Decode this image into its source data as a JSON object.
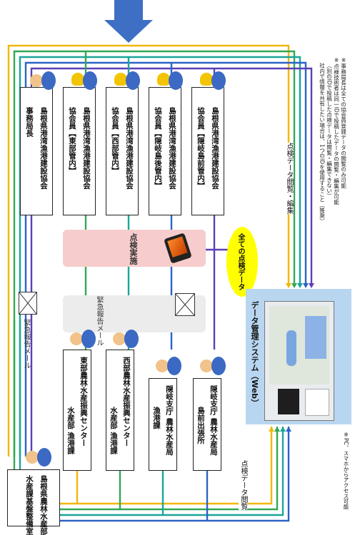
{
  "title_box": {
    "line1": "島根県農林水産部",
    "line2": "水産課基盤整備室"
  },
  "branch_offices": [
    {
      "id": "east",
      "line1": "東部農林水産振興センター",
      "line2": "水産部 漁港課"
    },
    {
      "id": "west",
      "line1": "西部農林水産振興センター",
      "line2": "水産部 漁港課"
    },
    {
      "id": "oki",
      "line1": "隠岐支庁 農林水産局",
      "line2": "漁港課"
    },
    {
      "id": "okimae",
      "line1": "隠岐支庁 農林水産局",
      "line2": "島前出張所"
    }
  ],
  "association": {
    "office": {
      "line1": "島根県港湾漁港建設協会",
      "line2": "事務局長"
    },
    "members": [
      {
        "line1": "島根県港湾漁港建設協会",
        "line2": "協会員【東部管内】"
      },
      {
        "line1": "島根県港湾漁港建設協会",
        "line2": "協会員【西部管内】"
      },
      {
        "line1": "島根県港湾漁港建設協会",
        "line2": "協会員【隠岐島後管内】"
      },
      {
        "line1": "島根県港湾漁港建設協会",
        "line2": "協会員【隠岐島前管内】"
      }
    ]
  },
  "labels": {
    "inspection": "点検実施",
    "emergency_mail_top": "緊急報告メール",
    "emergency_mail_mid": "緊急報告メール",
    "all_data": "全ての点検データ",
    "browse_edit": "点検データ閲覧・編集",
    "browse": "点検データ閲覧",
    "system": "データ管理システム（Web）",
    "pc_note": "※PC、スマホからアクセス可能"
  },
  "notes": [
    "※事務局長は全ての協会員登録データの閲覧のみ可能",
    "※点検技術者は同一IDで投稿したデータの閲覧・編集が可能",
    "（別のIDで投稿した点検データは閲覧・編集できない）",
    "社内で情報を共有したい場合は、1つのIDを使用すること（推奨）"
  ],
  "colors": {
    "arrow_blue": "#3f6fc5",
    "line_yellow": "#f2b705",
    "line_green": "#33a853",
    "line_teal": "#1aa59a",
    "line_blue": "#2c63c6",
    "line_purple": "#5b3fb8",
    "inspection_band": "#f7cccc",
    "mail_band": "#ececec",
    "system_panel": "#b9d6f0",
    "bubble": "#ffff00"
  },
  "icons": [
    "down-arrow-icon",
    "officer-icon",
    "worker-helmet-icon",
    "tablet-icon",
    "mail-icon",
    "map-screen-icon"
  ]
}
